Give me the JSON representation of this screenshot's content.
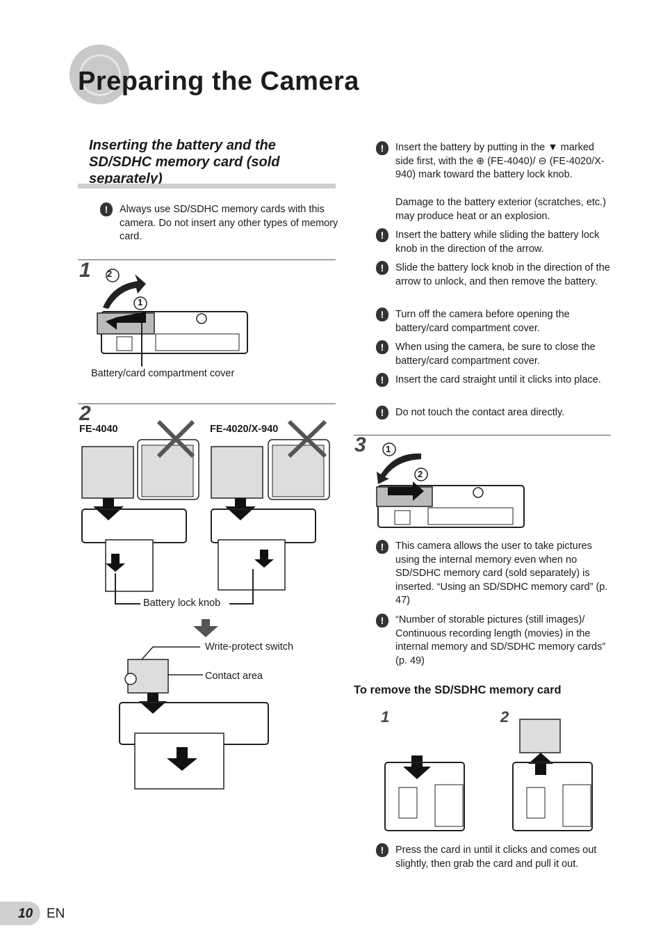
{
  "page": {
    "title": "Preparing the Camera",
    "number": "10",
    "lang": "EN"
  },
  "section": {
    "heading": "Inserting the battery and the SD/SDHC memory card (sold separately)"
  },
  "left_note": "Always use SD/SDHC memory cards with this camera. Do not insert any other types of memory card.",
  "step1": {
    "num": "1",
    "callout_1": "1",
    "callout_2": "2",
    "caption": "Battery/card compartment cover"
  },
  "step2": {
    "num": "2",
    "model_a": "FE-4040",
    "model_b": "FE-4020/X-940",
    "lock_caption": "Battery lock knob",
    "write_protect": "Write-protect switch",
    "contact": "Contact area"
  },
  "right_notes": [
    "Insert the battery by putting in the ▼ marked side first, with the ⊕ (FE-4040)/ ⊖ (FE-4020/X-940) mark toward the battery lock knob.",
    "Damage to the battery exterior (scratches, etc.) may produce heat or an explosion.",
    "Insert the battery while sliding the battery lock knob in the direction of the arrow.",
    "Slide the battery lock knob in the direction of the arrow to unlock, and then remove the battery.",
    "Turn off the camera before opening the battery/card compartment cover.",
    "When using the camera, be sure to close the battery/card compartment cover.",
    "Insert the card straight until it clicks into place.",
    "Do not touch the contact area directly."
  ],
  "step3": {
    "num": "3",
    "callout_1": "1",
    "callout_2": "2"
  },
  "step3_notes": [
    "This camera allows the user to take pictures using the internal memory even when no SD/SDHC memory card (sold separately) is inserted. “Using an SD/SDHC memory card” (p. 47)",
    "“Number of storable pictures (still images)/ Continuous recording length (movies) in the internal memory and SD/SDHC memory cards” (p. 49)"
  ],
  "remove": {
    "heading": "To remove the SD/SDHC memory card",
    "step_a": "1",
    "step_b": "2",
    "note": "Press the card in until it clicks and comes out slightly, then grab the card and pull it out."
  }
}
